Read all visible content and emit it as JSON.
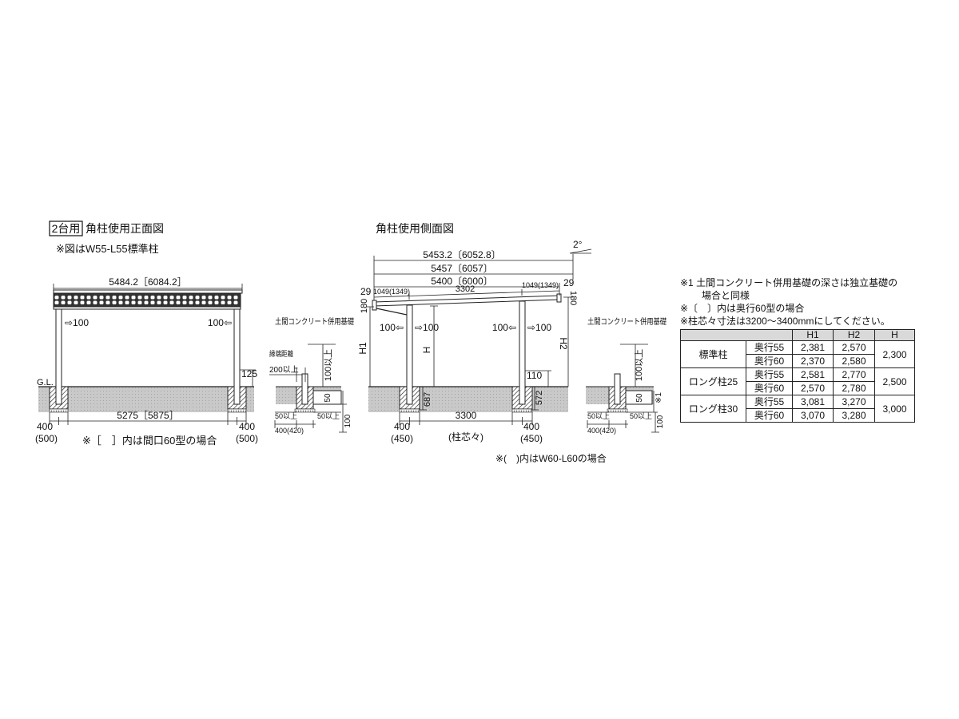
{
  "front_view": {
    "badge": "2台用",
    "title": "角柱使用正面図",
    "note_post": "※図はW55-L55標準柱",
    "width_overall": "5484.2［6084.2］",
    "gl": "G.L.",
    "offset_left": "⇨100",
    "offset_right": "100⇦",
    "dim_125": "125",
    "span": "5275［5875］",
    "footing_left": "400",
    "footing_left_alt": "(500)",
    "footing_right": "400",
    "footing_right_alt": "(500)",
    "note_bracket": "※［　］内は間口60型の場合"
  },
  "detail_left": {
    "title": "土間コンクリート併用基礎",
    "edge_distance": "縁端距離",
    "edge_min": "200以上",
    "depth_min": "100以上",
    "slab": "50",
    "under_left": "50以上",
    "under_right": "50以上",
    "depth_total": "100",
    "width": "400(420)"
  },
  "side_view": {
    "title": "角柱使用側面図",
    "slope": "2°",
    "length_roof": "5453.2〔6052.8〕",
    "length_total": "5457〔6057〕",
    "length_frame": "5400〔6000〕",
    "edge_left": "29",
    "edge_right": "29",
    "overhang_left": "1049(1349)",
    "beam_span": "3302",
    "overhang_right": "1049(1349)",
    "eave_left": "180",
    "eave_right": "180",
    "h1": "H1",
    "h": "H",
    "h2": "H2",
    "offset_1": "100⇦",
    "offset_2": "⇨100",
    "offset_3": "100⇦",
    "offset_4": "⇨100",
    "dim_110": "110",
    "embed_left": "687",
    "embed_right": "572",
    "footing_left": "400",
    "footing_left_alt": "(450)",
    "post_span": "3300",
    "post_span_note": "(柱芯々)",
    "footing_right": "400",
    "footing_right_alt": "(450)",
    "note_bracket": "※(　)内はW60-L60の場合"
  },
  "detail_right": {
    "title": "土間コンクリート併用基礎",
    "depth_min": "100以上",
    "slab": "50",
    "ref": "※1",
    "under_left": "50以上",
    "under_right": "50以上",
    "depth_total": "100",
    "width": "400(420)"
  },
  "notes": [
    "※1 土間コンクリート併用基礎の深さは独立基礎の",
    "場合と同様",
    "※〔　〕内は奥行60型の場合",
    "※柱芯々寸法は3200～3400mmにしてください。"
  ],
  "table": {
    "headers": [
      "H1",
      "H2",
      "H"
    ],
    "groups": [
      {
        "name": "標準柱",
        "h": "2,300",
        "rows": [
          {
            "depth": "奥行55",
            "h1": "2,381",
            "h2": "2,570"
          },
          {
            "depth": "奥行60",
            "h1": "2,370",
            "h2": "2,580"
          }
        ]
      },
      {
        "name": "ロング柱25",
        "h": "2,500",
        "rows": [
          {
            "depth": "奥行55",
            "h1": "2,581",
            "h2": "2,770"
          },
          {
            "depth": "奥行60",
            "h1": "2,570",
            "h2": "2,780"
          }
        ]
      },
      {
        "name": "ロング柱30",
        "h": "3,000",
        "rows": [
          {
            "depth": "奥行55",
            "h1": "3,081",
            "h2": "3,270"
          },
          {
            "depth": "奥行60",
            "h1": "3,070",
            "h2": "3,280"
          }
        ]
      }
    ]
  }
}
